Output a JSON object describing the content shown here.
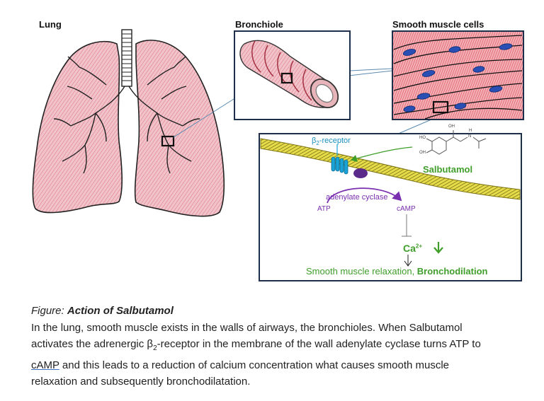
{
  "labels": {
    "lung": "Lung",
    "bronchiole": "Bronchiole",
    "smooth_muscle": "Smooth muscle cells",
    "beta_receptor_pre": "β",
    "beta_receptor_sub": "2",
    "beta_receptor_post": "-receptor",
    "salbutamol": "Salbutamol",
    "adenylate_cyclase": "adenylate cyclase",
    "atp": "ATP",
    "camp": "cAMP",
    "calcium": "Ca",
    "calcium_sup": "2+",
    "relaxation_prefix": "Smooth muscle relaxation, ",
    "relaxation_bold": "Bronchodilation",
    "molecule_oh1": "OH",
    "molecule_oh2": "OH",
    "molecule_ho": "HO",
    "molecule_nh": "N",
    "molecule_h": "H"
  },
  "caption": {
    "prefix": "Figure: ",
    "title": "Action of Salbutamol",
    "line1": "In the lung, smooth muscle exists in the walls of airways, the bronchioles. When Salbutamol",
    "line2a": "activates the adrenergic β",
    "line2sub": "2",
    "line2b": "-receptor in the membrane of the wall adenylate cyclase turns ATP to",
    "line3_underlined": "cAMP",
    "line3b": " and this leads to a reduction of calcium concentration what causes smooth muscle",
    "line4": "relaxation and subsequently bronchodilatation."
  },
  "colors": {
    "receptor": "#1aa3d6",
    "enzyme": "#7a2fb0",
    "green": "#3f9e2a",
    "lung_fill": "#e8b3bc",
    "muscle_fill": "#e06a74",
    "membrane": "#d9cf3a",
    "nucleus": "#2a4fb4"
  },
  "icons": [
    "down-arrow-icon",
    "inhibition-bar-icon"
  ]
}
